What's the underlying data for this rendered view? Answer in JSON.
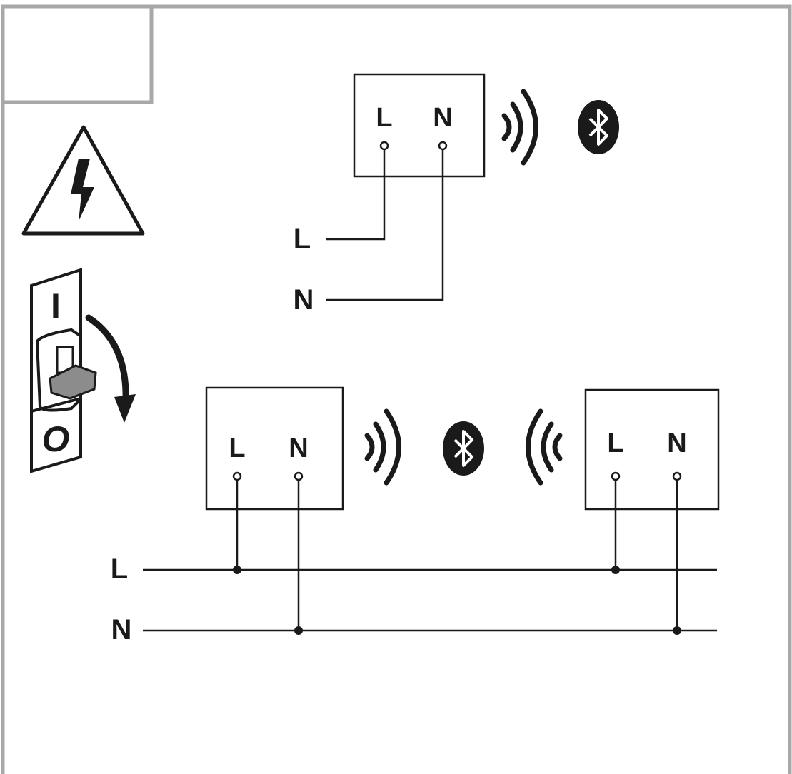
{
  "colors": {
    "frame": "#a8a8a8",
    "ink": "#1a1a1a",
    "switch_lever": "#8c8c8c",
    "background": "#ffffff"
  },
  "icons": {
    "warning": "high-voltage-warning-icon",
    "bluetooth": "bluetooth-icon",
    "signal": "wireless-signal-icon",
    "breaker": "circuit-breaker-switch-icon"
  },
  "breaker": {
    "on_label": "I",
    "off_label": "O"
  },
  "top_module": {
    "terminal_l": "L",
    "terminal_n": "N",
    "wire_l": "L",
    "wire_n": "N"
  },
  "bottom_left_module": {
    "terminal_l": "L",
    "terminal_n": "N"
  },
  "bottom_right_module": {
    "terminal_l": "L",
    "terminal_n": "N"
  },
  "bus": {
    "l_label": "L",
    "n_label": "N"
  }
}
